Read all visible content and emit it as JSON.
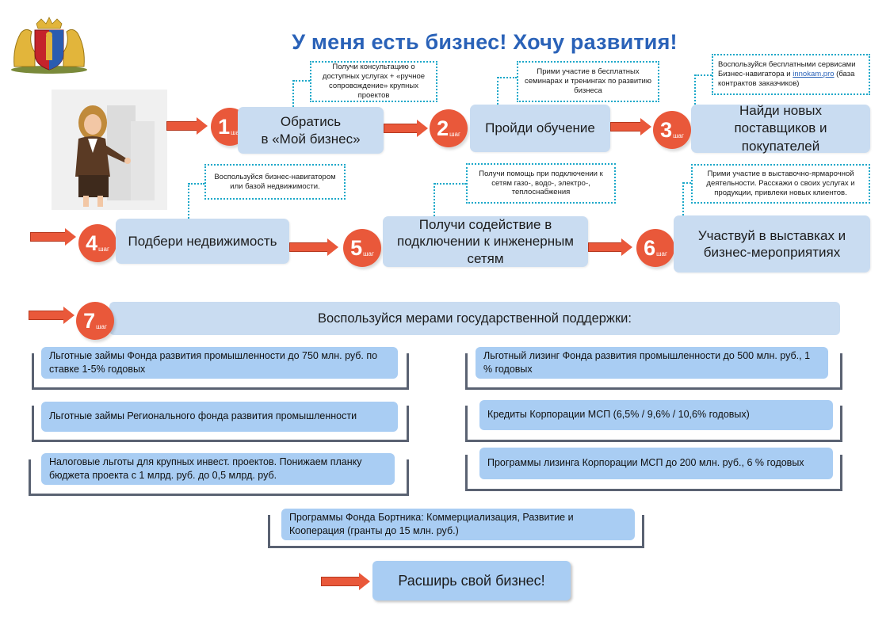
{
  "title": "У меня есть бизнес! Хочу развития!",
  "step_word": "шаг",
  "steps": [
    {
      "num": "1",
      "label": "Обратись\nв «Мой бизнес»",
      "callout": "Получи консультацию о доступных услугах + «ручное сопровождение» крупных проектов"
    },
    {
      "num": "2",
      "label": "Пройди обучение",
      "callout": "Прими участие в бесплатных семинарах и тренингах по развитию бизнеса"
    },
    {
      "num": "3",
      "label": "Найди новых поставщиков и покупателей",
      "callout_pre": "Воспользуйся бесплатными сервисами Бизнес-навигатора и ",
      "callout_link": "innokam.pro",
      "callout_post": " (база контрактов заказчиков)"
    },
    {
      "num": "4",
      "label": "Подбери недвижимость",
      "callout": "Воспользуйся бизнес-навигатором или базой недвижимости."
    },
    {
      "num": "5",
      "label": "Получи содействие в подключении к инженерным сетям",
      "callout": "Получи помощь при подключении к сетям газо-, водо-, электро-, теплоснабжения"
    },
    {
      "num": "6",
      "label": "Участвуй в выставках и бизнес-мероприятиях",
      "callout": "Прими участие в выставочно-ярмарочной деятельности. Расскажи о своих услугах и продукции, привлеки новых клиентов."
    },
    {
      "num": "7",
      "label": "Воспользуйся мерами государственной поддержки:"
    }
  ],
  "measures": [
    "Льготные займы Фонда развития промышленности до 750 млн. руб. по ставке 1-5% годовых",
    "Льготный лизинг Фонда развития промышленности до 500 млн. руб., 1 % годовых",
    "Льготные займы Регионального фонда развития промышленности",
    "Кредиты Корпорации МСП (6,5% / 9,6% / 10,6% годовых)",
    "Налоговые льготы для крупных инвест. проектов. Понижаем планку бюджета проекта с 1 млрд. руб. до 0,5 млрд. руб.",
    "Программы лизинга Корпорации МСП до 200 млн. руб., 6 % годовых",
    "Программы Фонда Бортника: Коммерциализация, Развитие и Кооперация (гранты до 15 млн. руб.)"
  ],
  "final_button": "Расширь свой бизнес!",
  "colors": {
    "accent": "#e9583a",
    "box": "#c9dcf1",
    "measure": "#a9cdf3",
    "title": "#2a62b8",
    "callout_border": "#1ca8c9"
  }
}
